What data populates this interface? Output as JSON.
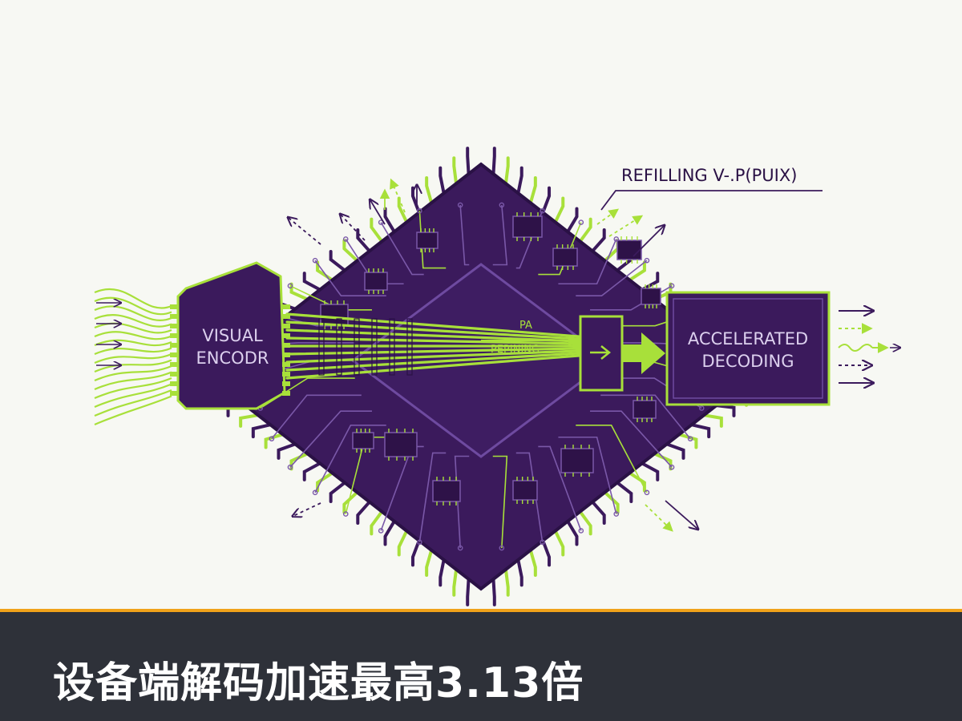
{
  "diagram": {
    "top_label": "REFILLING V-.P(PUIX)",
    "encoder_label_line1": "VISUAL",
    "encoder_label_line2": "ENCODR",
    "decoder_label_line1": "ACCELERATED",
    "decoder_label_line2": "DECODING",
    "center_label_1": "PA",
    "center_label_2": "PEPINING"
  },
  "caption": {
    "text": "设备端解码加速最高3.13倍"
  },
  "colors": {
    "background": "#f7f8f3",
    "chip_purple": "#3b1a5c",
    "trace_purple": "#5a3a86",
    "accent_green": "#a8e03a",
    "caption_bg": "#2e3139",
    "caption_rule": "#f0a21a"
  }
}
